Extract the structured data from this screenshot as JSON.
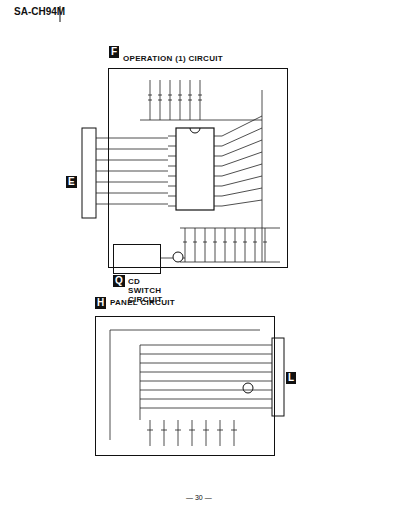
{
  "diagram": {
    "title": "SA-CH94M",
    "nodes": [
      {
        "text": [
          "OPERATION (1) CIRCUIT"
        ]
      },
      {
        "text": [
          "CD SWITCH CIRCUIT"
        ]
      },
      {
        "text": [
          "PANEL CIRCUIT"
        ]
      }
    ],
    "labels": [
      "F",
      "E",
      "Q",
      "H",
      "L",
      "— 30 —"
    ]
  }
}
